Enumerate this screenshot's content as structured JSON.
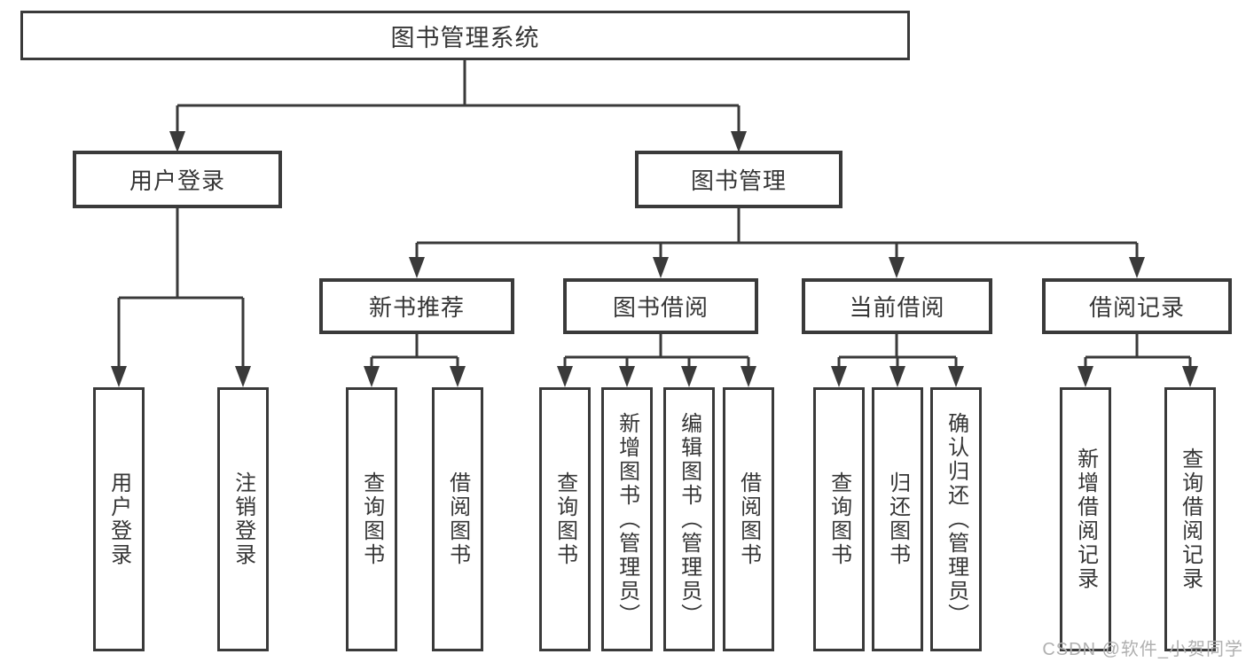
{
  "colors": {
    "line": "#3a3a3a",
    "text": "#363636",
    "watermark": "#b0b0b0",
    "background": "#ffffff"
  },
  "watermark": "CSDN @软件_小贺同学",
  "tree": {
    "root": "图书管理系统",
    "branches": [
      {
        "label": "用户登录",
        "leaves": [
          "用户登录",
          "注销登录"
        ]
      },
      {
        "label": "图书管理",
        "groups": [
          {
            "label": "新书推荐",
            "leaves": [
              "查询图书",
              "借阅图书"
            ]
          },
          {
            "label": "图书借阅",
            "leaves": [
              "查询图书",
              "新增图书（管理员）",
              "编辑图书（管理员）",
              "借阅图书"
            ]
          },
          {
            "label": "当前借阅",
            "leaves": [
              "查询图书",
              "归还图书",
              "确认归还（管理员）"
            ]
          },
          {
            "label": "借阅记录",
            "leaves": [
              "新增借阅记录",
              "查询借阅记录"
            ]
          }
        ]
      }
    ]
  }
}
